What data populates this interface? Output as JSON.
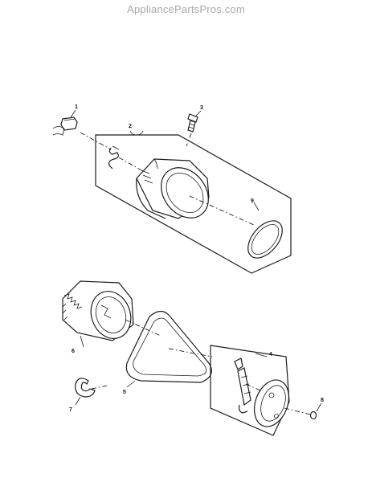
{
  "watermark": "AppliancePartsPros.com",
  "callouts": [
    {
      "id": "c1",
      "text": "1"
    },
    {
      "id": "c2",
      "text": "2"
    },
    {
      "id": "c3",
      "text": "3"
    },
    {
      "id": "c4",
      "text": "4"
    },
    {
      "id": "c5",
      "text": "5"
    },
    {
      "id": "c6",
      "text": "6"
    },
    {
      "id": "c7",
      "text": "7"
    },
    {
      "id": "c8",
      "text": "8"
    },
    {
      "id": "c9",
      "text": "9"
    }
  ]
}
